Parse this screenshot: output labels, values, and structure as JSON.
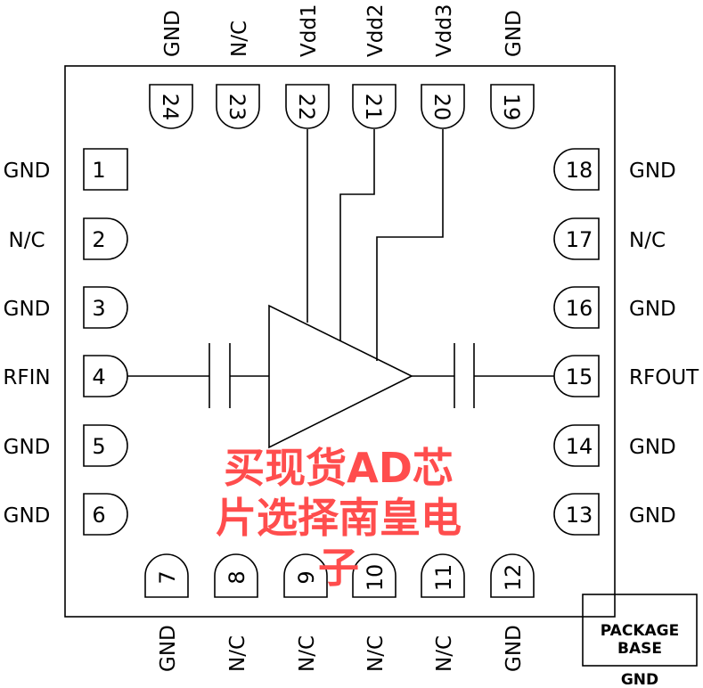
{
  "pins": {
    "left": [
      {
        "num": "1",
        "label": "GND"
      },
      {
        "num": "2",
        "label": "N/C"
      },
      {
        "num": "3",
        "label": "GND"
      },
      {
        "num": "4",
        "label": "RFIN"
      },
      {
        "num": "5",
        "label": "GND"
      },
      {
        "num": "6",
        "label": "GND"
      }
    ],
    "bottom": [
      {
        "num": "7",
        "label": "GND"
      },
      {
        "num": "8",
        "label": "N/C"
      },
      {
        "num": "9",
        "label": "N/C"
      },
      {
        "num": "10",
        "label": "N/C"
      },
      {
        "num": "11",
        "label": "N/C"
      },
      {
        "num": "12",
        "label": "GND"
      }
    ],
    "right": [
      {
        "num": "18",
        "label": "GND"
      },
      {
        "num": "17",
        "label": "N/C"
      },
      {
        "num": "16",
        "label": "GND"
      },
      {
        "num": "15",
        "label": "RFOUT"
      },
      {
        "num": "14",
        "label": "GND"
      },
      {
        "num": "13",
        "label": "GND"
      }
    ],
    "top": [
      {
        "num": "24",
        "label": "GND"
      },
      {
        "num": "23",
        "label": "N/C"
      },
      {
        "num": "22",
        "label": "Vdd1"
      },
      {
        "num": "21",
        "label": "Vdd2"
      },
      {
        "num": "20",
        "label": "Vdd3"
      },
      {
        "num": "19",
        "label": "GND"
      }
    ]
  },
  "package_base": {
    "line1": "PACKAGE",
    "line2": "BASE",
    "label": "GND"
  },
  "watermark": "买现货AD芯片选择南皇电子",
  "colors": {
    "watermark": "#ff4d4d",
    "lines": "#000000"
  }
}
